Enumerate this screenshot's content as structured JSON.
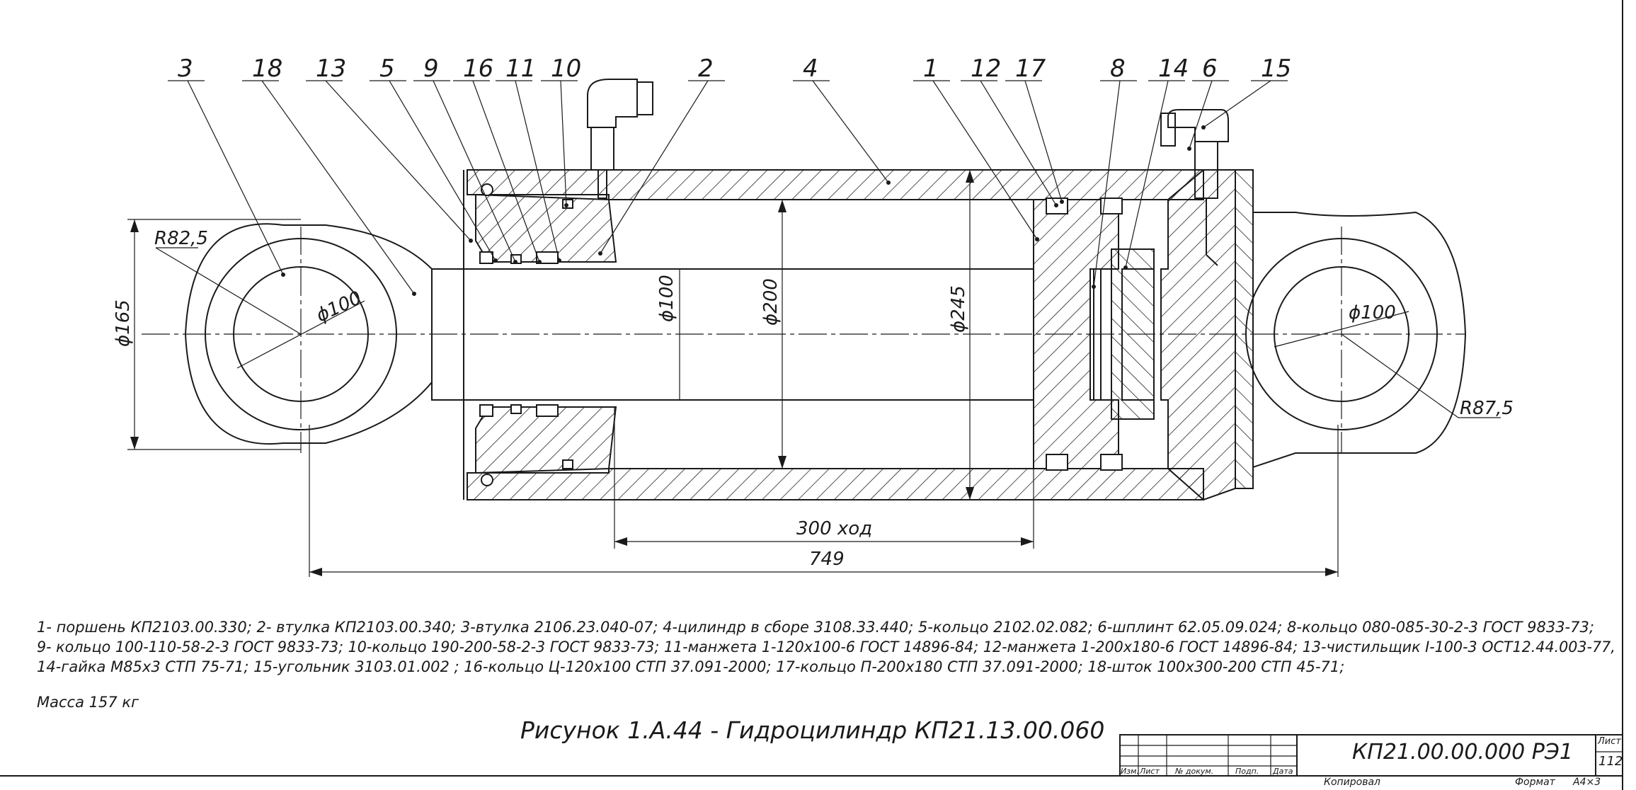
{
  "drawing": {
    "part_labels": [
      "3",
      "18",
      "13",
      "5",
      "9",
      "16",
      "11",
      "10",
      "2",
      "4",
      "1",
      "12",
      "17",
      "8",
      "14",
      "6",
      "15"
    ],
    "dimensions": {
      "r_left": "R82,5",
      "d165": "ϕ165",
      "d100_left": "ϕ100",
      "d100_rod": "ϕ100",
      "d200": "ϕ200",
      "d245": "ϕ245",
      "d100_right": "ϕ100",
      "r_right": "R87,5",
      "stroke": "300 ход",
      "length": "749"
    }
  },
  "notes": {
    "line1": "1- поршень КП2103.00.330; 2- втулка КП2103.00.340; 3-втулка 2106.23.040-07; 4-цилиндр в сборе 3108.33.440; 5-кольцо 2102.02.082; 6-шплинт 62.05.09.024; 8-кольцо 080-085-30-2-3 ГОСТ 9833-73;",
    "line2": "9- кольцо 100-110-58-2-3 ГОСТ 9833-73; 10-кольцо 190-200-58-2-3 ГОСТ 9833-73; 11-манжета 1-120х100-6 ГОСТ 14896-84; 12-манжета 1-200х180-6 ГОСТ 14896-84; 13-чистильщик I-100-3 ОСТ12.44.003-77,",
    "line3": "14-гайка М85х3 СТП 75-71; 15-угольник 3103.01.002 ; 16-кольцо Ц-120х100 СТП 37.091-2000; 17-кольцо П-200х180 СТП 37.091-2000; 18-шток 100х300-200 СТП 45-71;",
    "mass": "Масса 157 кг"
  },
  "caption": "Рисунок 1.А.44 - Гидроцилиндр КП21.13.00.060",
  "title_block": {
    "designation": "КП21.00.00.000 РЭ1",
    "sheet_label": "Лист",
    "sheet_number": "112",
    "cols": [
      "Изм.",
      "Лист",
      "№ докум.",
      "Подп.",
      "Дата"
    ],
    "copied": "Копировал",
    "format_label": "Формат",
    "format_value": "А4×3"
  }
}
